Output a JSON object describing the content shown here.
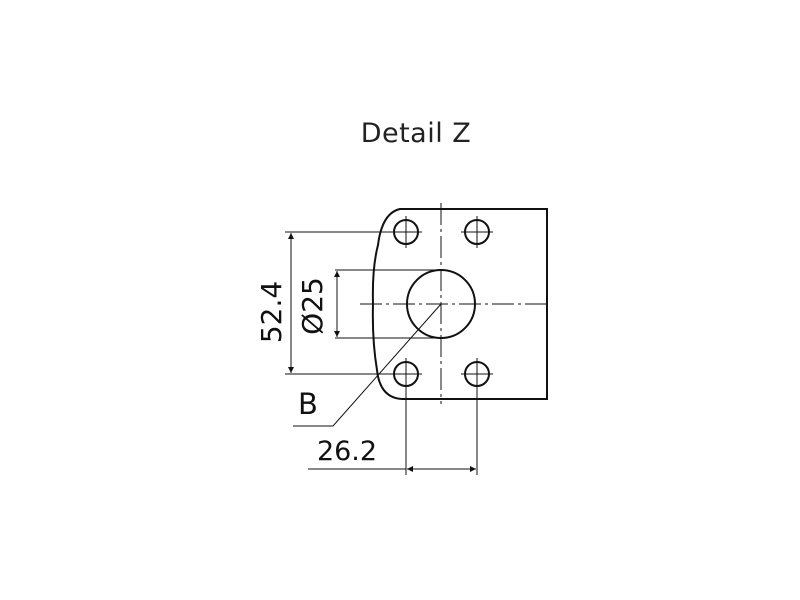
{
  "title": "Detail Z",
  "dimensions": {
    "bolt_spacing_vertical": "52.4",
    "bore_diameter": "Ø25",
    "bolt_spacing_horizontal": "26.2"
  },
  "labels": {
    "datum": "B"
  },
  "colors": {
    "line": "#111111",
    "background": "#ffffff"
  }
}
